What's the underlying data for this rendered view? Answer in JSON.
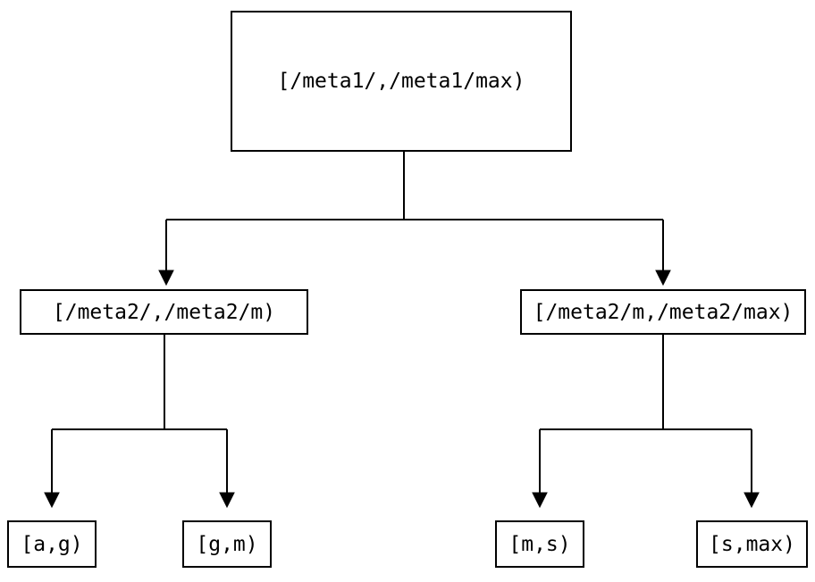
{
  "diagram": {
    "type": "tree",
    "background_color": "#ffffff",
    "line_color": "#000000",
    "text_color": "#000000",
    "node_background_color": "#ffffff",
    "nodes": {
      "root": {
        "label": "[/meta1/,/meta1/max)"
      },
      "meta2_left": {
        "label": "[/meta2/,/meta2/m)"
      },
      "meta2_right": {
        "label": "[/meta2/m,/meta2/max)"
      },
      "leaf_a_g": {
        "label": "[a,g)"
      },
      "leaf_g_m": {
        "label": "[g,m)"
      },
      "leaf_m_s": {
        "label": "[m,s)"
      },
      "leaf_s_max": {
        "label": "[s,max)"
      }
    },
    "edges": [
      {
        "from": "root",
        "to": "meta2_left"
      },
      {
        "from": "root",
        "to": "meta2_right"
      },
      {
        "from": "meta2_left",
        "to": "leaf_a_g"
      },
      {
        "from": "meta2_left",
        "to": "leaf_g_m"
      },
      {
        "from": "meta2_right",
        "to": "leaf_m_s"
      },
      {
        "from": "meta2_right",
        "to": "leaf_s_max"
      }
    ]
  }
}
